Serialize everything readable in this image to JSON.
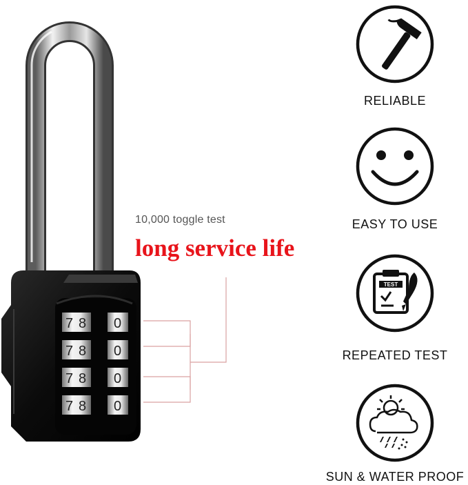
{
  "callout": {
    "caption": "10,000 toggle test",
    "headline": "long service life"
  },
  "lock": {
    "dial_digits": [
      {
        "left": "7",
        "right": "8",
        "wheel": "0"
      },
      {
        "left": "7",
        "right": "8",
        "wheel": "0"
      },
      {
        "left": "7",
        "right": "8",
        "wheel": "0"
      },
      {
        "left": "7",
        "right": "8",
        "wheel": "0"
      }
    ]
  },
  "features": [
    {
      "label": "RELIABLE",
      "icon": "hammer-icon"
    },
    {
      "label": "EASY TO USE",
      "icon": "smiley-icon"
    },
    {
      "label": "REPEATED TEST",
      "icon": "test-clipboard-icon"
    },
    {
      "label": "SUN & WATER PROOF",
      "icon": "sun-rain-cloud-icon"
    }
  ],
  "colors": {
    "headline": "#e8141b",
    "callout_line": "#d9a0a0",
    "lock_body": "#0c0c0c"
  }
}
